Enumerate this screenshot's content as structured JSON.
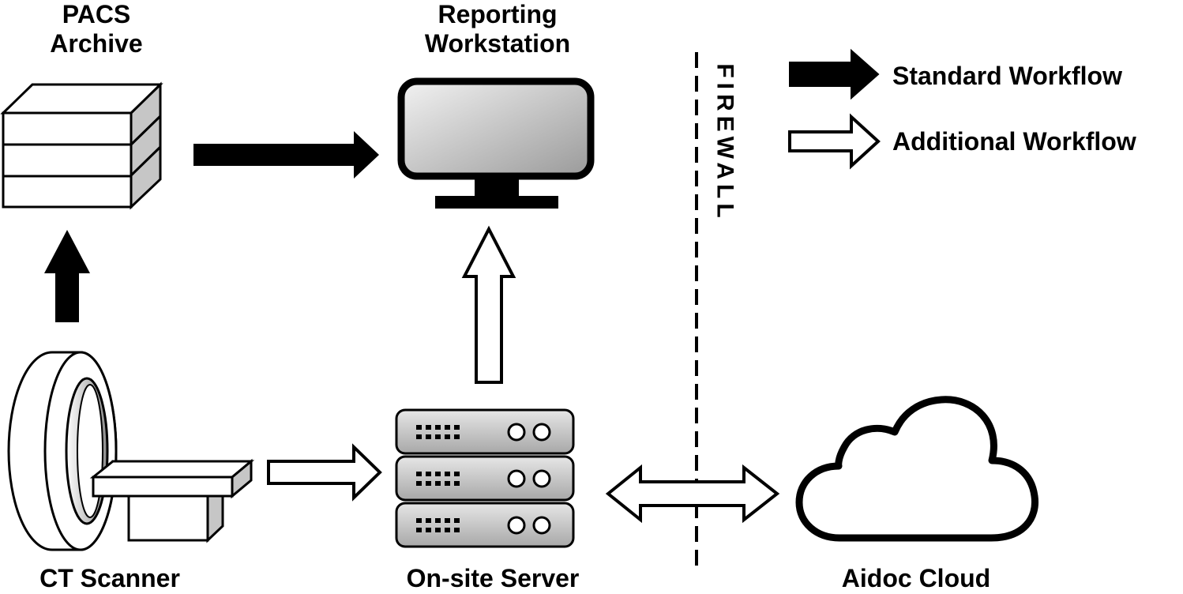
{
  "nodes": {
    "pacs": {
      "line1": "PACS",
      "line2": "Archive"
    },
    "workstation": {
      "line1": "Reporting",
      "line2": "Workstation"
    },
    "ct_scanner": {
      "label": "CT Scanner"
    },
    "server": {
      "label": "On-site Server"
    },
    "cloud": {
      "label": "Aidoc Cloud"
    }
  },
  "firewall": {
    "label": "FIREWALL"
  },
  "legend": {
    "standard": "Standard Workflow",
    "additional": "Additional Workflow"
  }
}
